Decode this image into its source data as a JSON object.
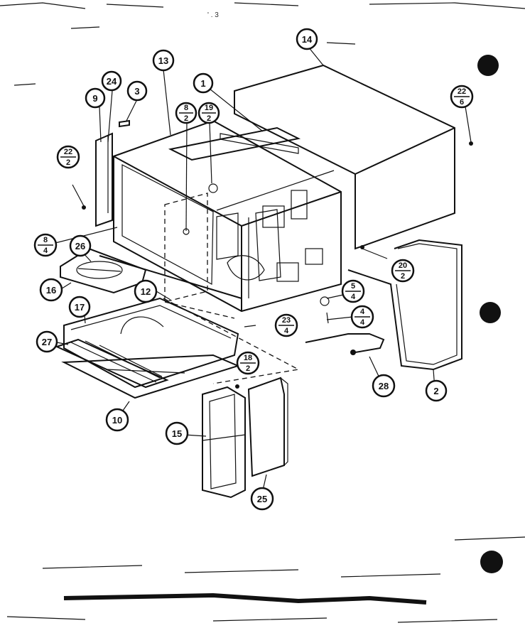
{
  "page_marks": {
    "top_scribble": "' . 3"
  },
  "callouts": [
    {
      "label": "1"
    },
    {
      "label": "2"
    },
    {
      "label": "3"
    },
    {
      "label": "9"
    },
    {
      "label": "10"
    },
    {
      "label": "12"
    },
    {
      "label": "13"
    },
    {
      "label": "14"
    },
    {
      "label": "15"
    },
    {
      "label": "16"
    },
    {
      "label": "17"
    },
    {
      "label": "24"
    },
    {
      "label": "25"
    },
    {
      "label": "26"
    },
    {
      "label": "27"
    },
    {
      "label": "28"
    }
  ],
  "fractions": [
    {
      "top": "22",
      "bottom": "6"
    },
    {
      "top": "22",
      "bottom": "2"
    },
    {
      "top": "8",
      "bottom": "2"
    },
    {
      "top": "19",
      "bottom": "2"
    },
    {
      "top": "8",
      "bottom": "4"
    },
    {
      "top": "20",
      "bottom": "2"
    },
    {
      "top": "5",
      "bottom": "4"
    },
    {
      "top": "4",
      "bottom": "4"
    },
    {
      "top": "23",
      "bottom": "4"
    },
    {
      "top": "18",
      "bottom": "2"
    }
  ]
}
